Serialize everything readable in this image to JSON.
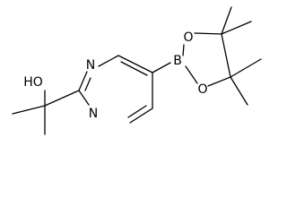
{
  "molecule": {
    "atoms": {
      "hydroxyl": "HO",
      "ring_n_top": "N",
      "ring_n_bottom": "N",
      "boron": "B",
      "boronate_o_top": "O",
      "boronate_o_bottom": "O"
    }
  },
  "colors": {
    "bond": "#000000",
    "label": "#000000",
    "background": "#ffffff"
  }
}
